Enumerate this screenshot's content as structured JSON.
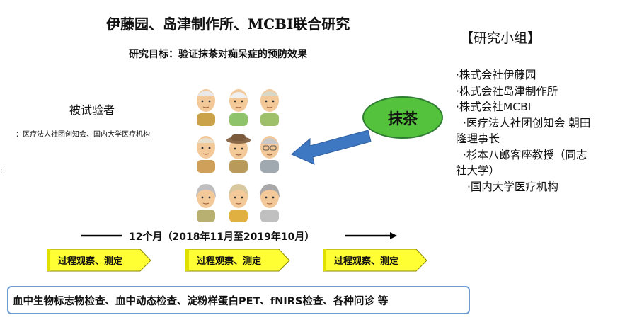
{
  "title": "伊藤园、岛津制作所、MCBI联合研究",
  "goal": "研究目标：验证抹茶对痴呆症的预防效果",
  "subjects": {
    "label": "被试验者",
    "detail": "：医疗法人社团创知会、国内大学医疗机构"
  },
  "stray_mark": ":",
  "research_group": {
    "title": "【研究小组】",
    "members": [
      "·株式会社伊藤园",
      "·株式会社岛津制作所",
      "·株式会社MCBI",
      "·医疗法人社团创知会 朝田",
      "隆理事长",
      "·杉本八郎客座教授（同志",
      "社大学）",
      "·国内大学医疗机构"
    ]
  },
  "matcha_label": "抹茶",
  "timeline": "12个月（2018年11月至2019年10月）",
  "observations": [
    "过程观察、测定",
    "过程观察、测定",
    "过程观察、测定"
  ],
  "tests": "血中生物标志物检查、血中动态检查、淀粉样蛋白PET、fNIRS检查、各种问诊 等",
  "colors": {
    "matcha_fill": "#54c23c",
    "arrow_blue": "#3f78c2",
    "obs_yellow": "#ffff33",
    "bottom_border": "#6f9bd3"
  },
  "icons": [
    "elderly-person-icon",
    "arrow-left-icon",
    "arrow-right-icon"
  ]
}
